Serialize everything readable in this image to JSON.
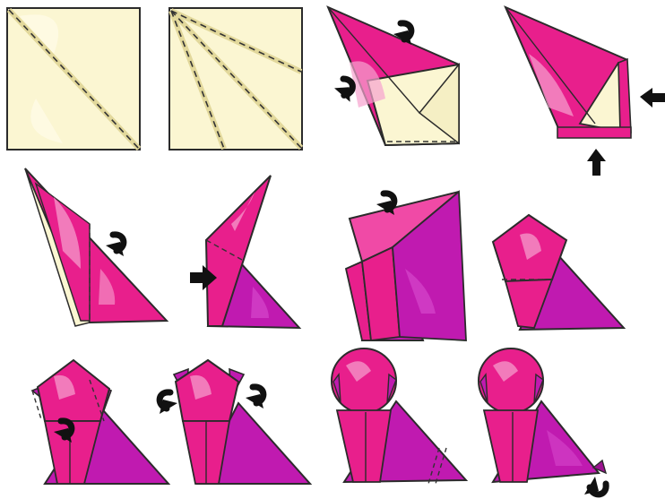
{
  "diagram": {
    "kind": "origami-instructions",
    "rows": 3,
    "columns": 4,
    "colors": {
      "paper_back": "#fbf6d2",
      "paper_back_shade": "#e9e1a8",
      "pink": "#e81f8c",
      "pink_light": "#f04aa6",
      "pink_highlight": "#f7a2cf",
      "purple": "#c01ab0",
      "purple_dark": "#9c1290",
      "outline": "#2b2b2b",
      "arrow": "#111111"
    }
  }
}
